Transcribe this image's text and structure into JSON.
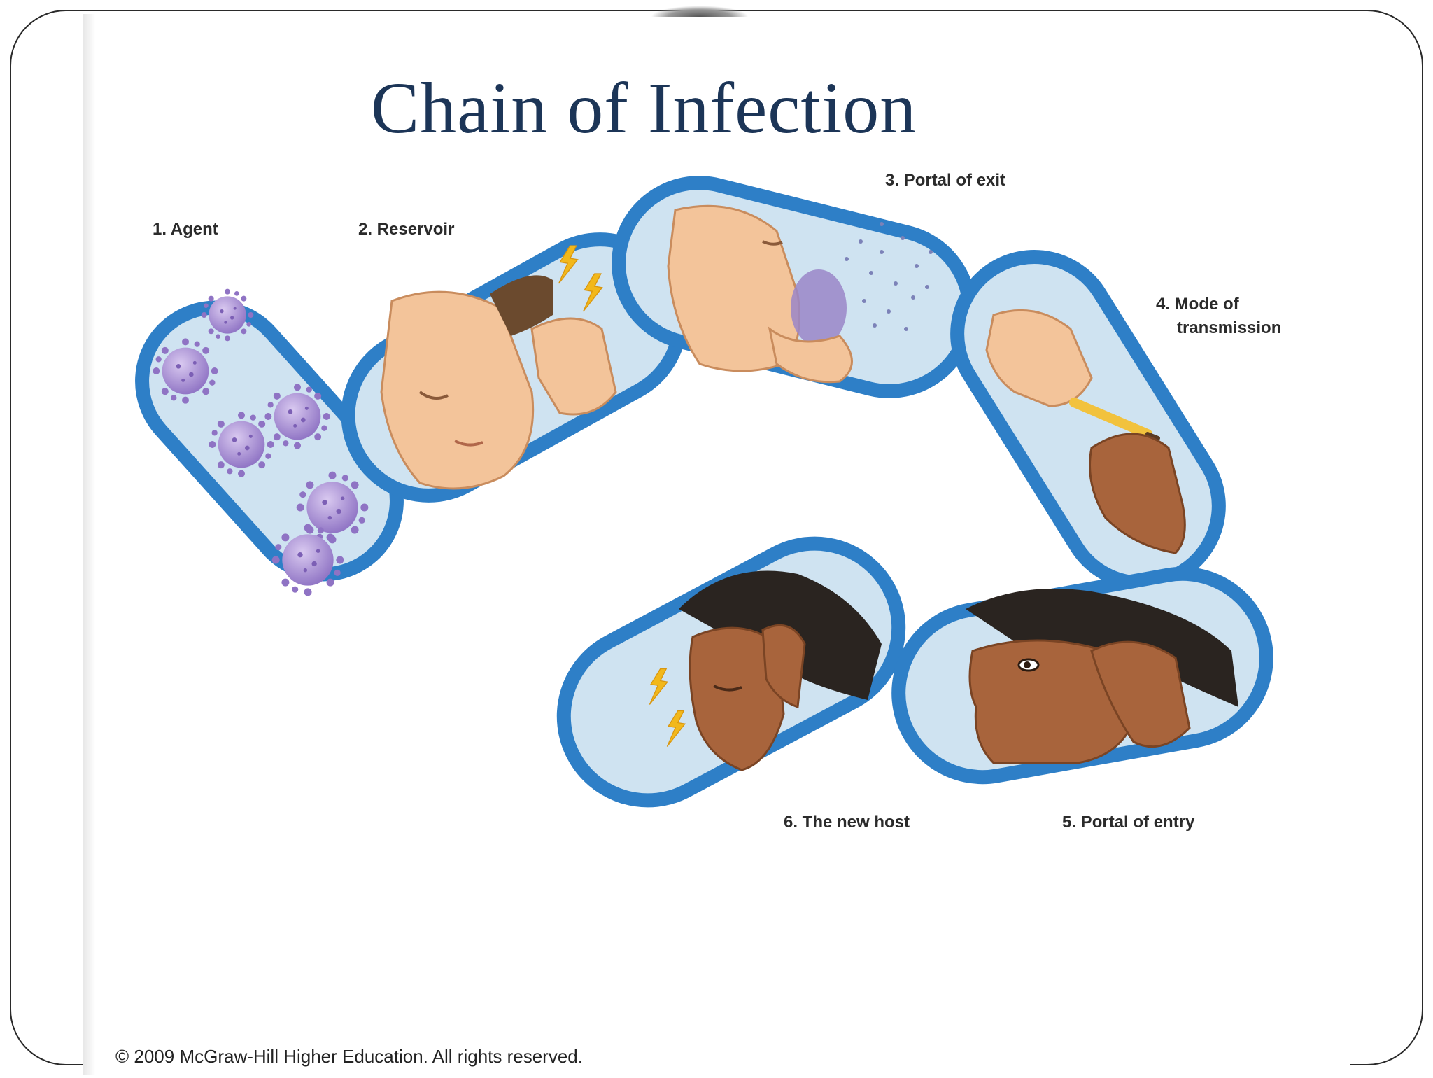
{
  "slide": {
    "title": "Chain of Infection",
    "copyright": "© 2009 McGraw-Hill Higher Education. All rights reserved."
  },
  "links": [
    {
      "label": "1. Agent",
      "content": "virus particles"
    },
    {
      "label": "2. Reservoir",
      "content": "person with headache"
    },
    {
      "label": "3. Portal of exit",
      "content": "person coughing"
    },
    {
      "label": "4. Mode of",
      "label_line2": "transmission",
      "content": "hands passing a pencil"
    },
    {
      "label": "5. Portal of entry",
      "content": "person rubbing eye"
    },
    {
      "label": "6. The new host",
      "content": "person with headache"
    }
  ],
  "colors": {
    "link_stroke": "#2e7fc7",
    "link_fill": "#cfe3f1",
    "title": "#1c3557",
    "skin_light": "#f3c49a",
    "skin_dark": "#a8643c",
    "virus": "#a98fd1",
    "lightning": "#f2b81b"
  }
}
